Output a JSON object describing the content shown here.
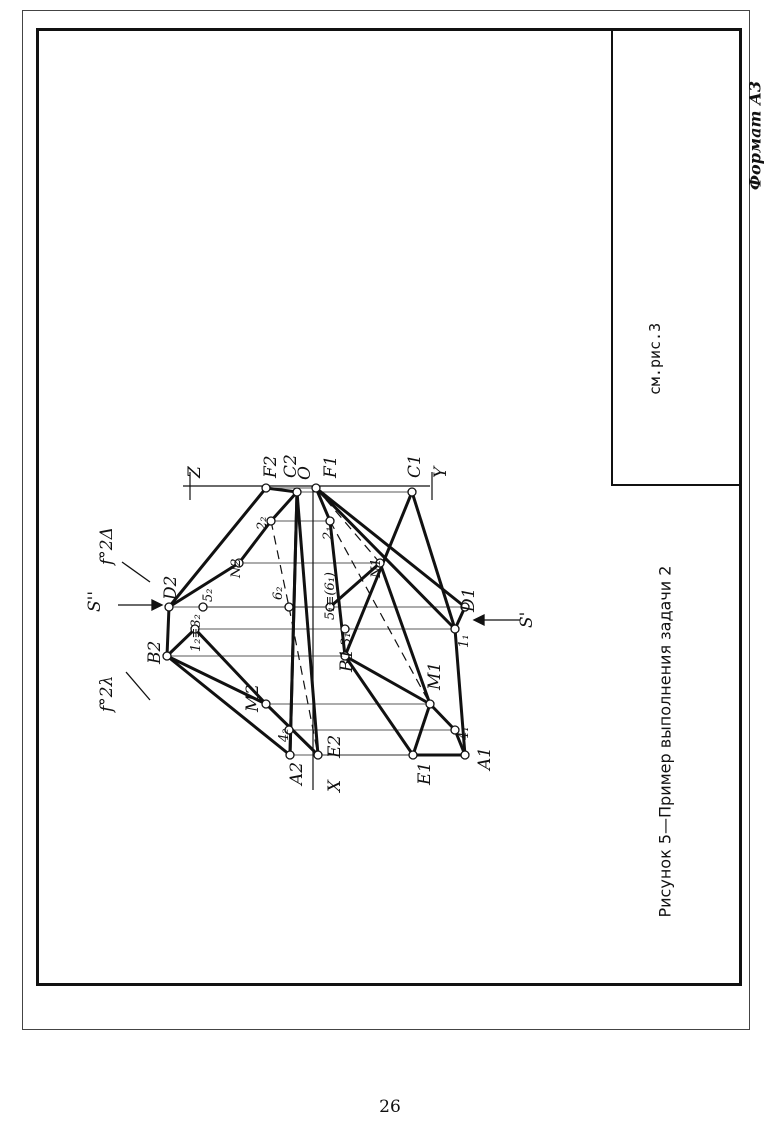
{
  "sheet": {
    "figure_reference": "см.рис.3",
    "format_label": "Формат А3",
    "caption": "Рисунок 5—Пример выполнения задачи 2",
    "page_number": "26"
  },
  "drawing_labels": {
    "z_axis": "Z",
    "y_axis": "Y",
    "x_axis": "X",
    "origin": "O",
    "s_double_prime": "S''",
    "s_prime": "S'",
    "f2_delta": "f°2Δ",
    "f2_lambda": "f°2λ",
    "A2": "A2",
    "B2": "B2",
    "C2": "C2",
    "D2": "D2",
    "E2": "E2",
    "F2": "F2",
    "M2": "M2",
    "N2": "N2",
    "A1": "A1",
    "B1": "B1",
    "C1": "C1",
    "D1": "D1",
    "E1": "E1",
    "F1": "F1",
    "M1": "M1",
    "N1": "N1",
    "p1_2_eq_3_2": "1₂≡3₂",
    "p2_2": "2₂",
    "p4_2": "4₂",
    "p5_2": "5₂",
    "p6_2": "6₂",
    "p1_1": "1₁",
    "p2_1": "2₁",
    "p3_1": "3₁",
    "p4_1": "4₁",
    "p5_1_eq_6_1": "5₁≡(6₁)"
  }
}
